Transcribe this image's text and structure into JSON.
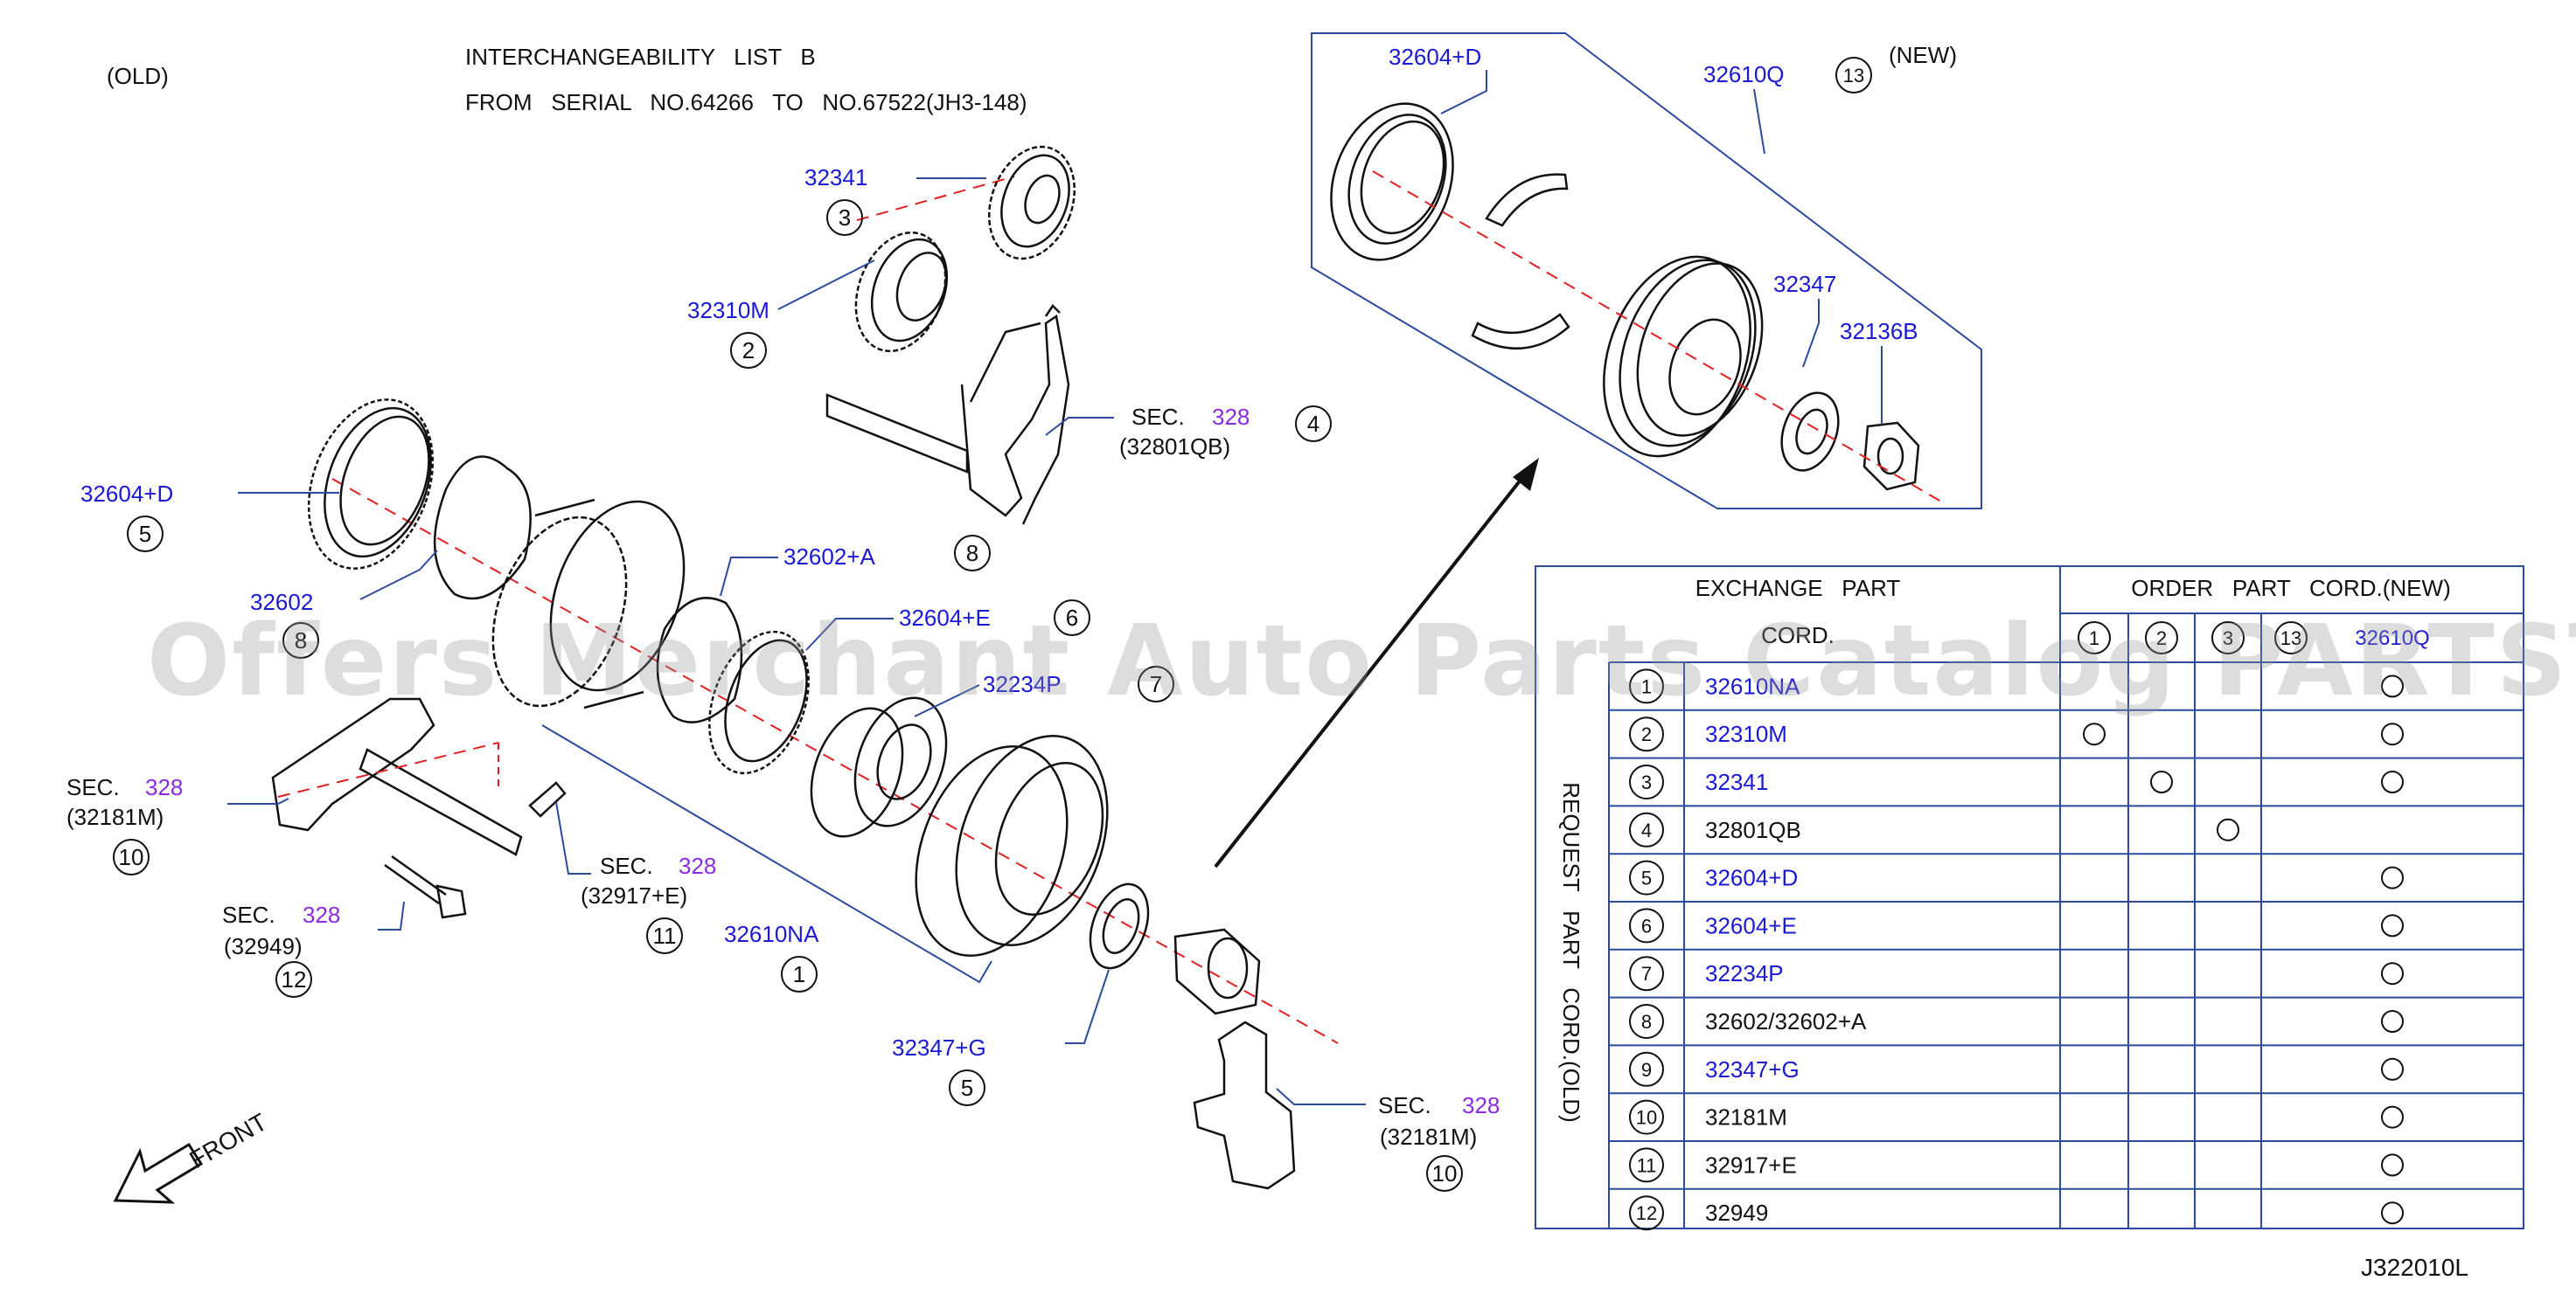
{
  "header": {
    "old_label": "(OLD)",
    "list_title": "INTERCHANGEABILITY   LIST   B",
    "serial_range": "FROM   SERIAL   NO.64266   TO   NO.67522(JH3-148)",
    "new_label": "(NEW)",
    "new_circle": "13"
  },
  "callouts": [
    {
      "code": "32341",
      "num": "3"
    },
    {
      "code": "32310M",
      "num": "2"
    },
    {
      "code": "32604+D",
      "num": "5"
    },
    {
      "code": "32602",
      "num": "8"
    },
    {
      "code": "32602+A",
      "num": "8"
    },
    {
      "code": "32604+E",
      "num": "6"
    },
    {
      "code": "32234P",
      "num": "7"
    },
    {
      "code": "32610NA",
      "num": "1"
    },
    {
      "code": "32347+G",
      "num": "5"
    },
    {
      "sec": "SEC.",
      "sec_num": "328",
      "code": "(32801QB)",
      "num": "4"
    },
    {
      "sec": "SEC.",
      "sec_num": "328",
      "code": "(32181M)",
      "num": "10"
    },
    {
      "sec": "SEC.",
      "sec_num": "328",
      "code": "(32917+E)",
      "num": "11"
    },
    {
      "sec": "SEC.",
      "sec_num": "328",
      "code": "(32949)",
      "num": "12"
    },
    {
      "sec": "SEC.",
      "sec_num": "328",
      "code": "(32181M)",
      "num": "10"
    }
  ],
  "new_callouts": [
    {
      "code": "32604+D"
    },
    {
      "code": "32610Q"
    },
    {
      "code": "32347"
    },
    {
      "code": "32136B"
    }
  ],
  "front_label": "FRONT",
  "diagram_id": "J322010L",
  "watermark": "Offers Merchant Auto Parts Catalog PARTSTORE.SA",
  "table": {
    "exchange_header": "EXCHANGE   PART",
    "cord_header": "CORD.",
    "order_header": "ORDER   PART   CORD.(NEW)",
    "side_label": "REQUEST   PART   CORD.(OLD)",
    "sub_cols": [
      "1",
      "2",
      "3",
      "13"
    ],
    "last_col_head": "32610Q",
    "rows": [
      {
        "num": "1",
        "code": "32610NA",
        "marks": [
          false,
          false,
          false,
          true
        ]
      },
      {
        "num": "2",
        "code": "32310M",
        "marks": [
          true,
          false,
          false,
          true
        ]
      },
      {
        "num": "3",
        "code": "32341",
        "marks": [
          false,
          true,
          false,
          true
        ]
      },
      {
        "num": "4",
        "code": "32801QB",
        "marks": [
          false,
          false,
          true,
          false
        ]
      },
      {
        "num": "5",
        "code": "32604+D",
        "marks": [
          false,
          false,
          false,
          true
        ]
      },
      {
        "num": "6",
        "code": "32604+E",
        "marks": [
          false,
          false,
          false,
          true
        ]
      },
      {
        "num": "7",
        "code": "32234P",
        "marks": [
          false,
          false,
          false,
          true
        ]
      },
      {
        "num": "8",
        "code": "32602/32602+A",
        "marks": [
          false,
          false,
          false,
          true
        ]
      },
      {
        "num": "9",
        "code": "32347+G",
        "marks": [
          false,
          false,
          false,
          true
        ]
      },
      {
        "num": "10",
        "code": "32181M",
        "marks": [
          false,
          false,
          false,
          true
        ]
      },
      {
        "num": "11",
        "code": "32917+E",
        "marks": [
          false,
          false,
          false,
          true
        ]
      },
      {
        "num": "12",
        "code": "32949",
        "marks": [
          false,
          false,
          false,
          true
        ]
      }
    ]
  },
  "colors": {
    "blue": "#1a1ad6",
    "purple": "#8a2be2",
    "line": "#2c4a9e",
    "ink": "#111111",
    "dash": "#e02020"
  }
}
